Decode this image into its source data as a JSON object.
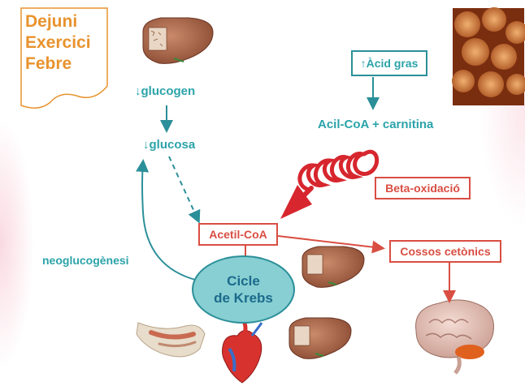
{
  "conditions": {
    "line1": "Dejuni",
    "line2": "Exercici",
    "line3": "Febre"
  },
  "nodes": {
    "glucogen": "↓glucogen",
    "glucosa": "↓glucosa",
    "acid_gras": "↑Àcid gras",
    "acil_coa": "Acil-CoA + carnitina",
    "beta_oxidacio": "Beta-oxidació",
    "acetil_coa": "Acetil-CoA",
    "cossos_cetonics": "Cossos cetònics",
    "neoglucogenesi": "neoglucogènesi",
    "cicle_line1": "Cicle",
    "cicle_line2": "de Krebs"
  },
  "colors": {
    "teal": "#2ba3a9",
    "red": "#d94e43",
    "orange": "#e8932e",
    "krebs_fill": "#87cfd2"
  },
  "images": [
    "liver-icon",
    "fat-tissue-photo",
    "muscle-icon",
    "heart-icon",
    "brain-icon"
  ]
}
